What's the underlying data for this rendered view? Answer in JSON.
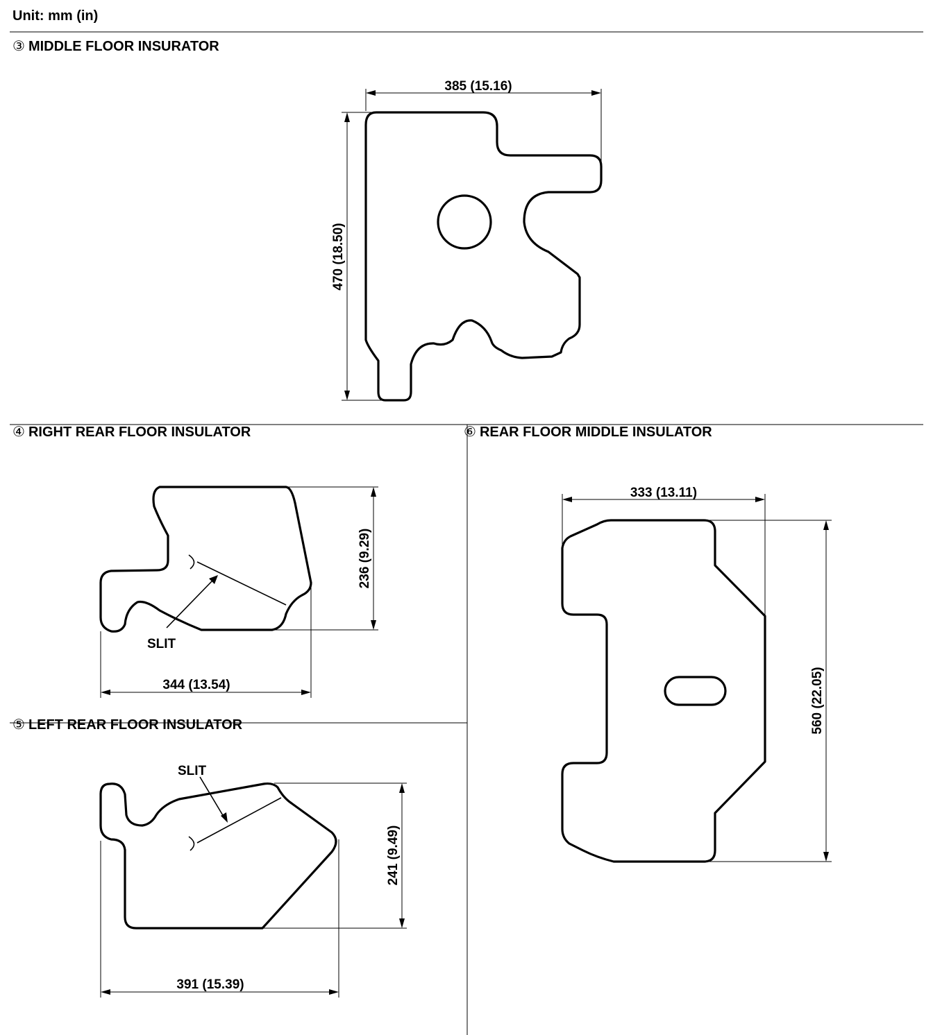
{
  "unit": "Unit: mm (in)",
  "sections": {
    "middle_floor": {
      "number": "③",
      "title": "MIDDLE FLOOR INSURATOR",
      "width_dim": "385 (15.16)",
      "height_dim": "470 (18.50)"
    },
    "right_rear_floor": {
      "number": "④",
      "title": "RIGHT REAR FLOOR INSULATOR",
      "width_dim": "344 (13.54)",
      "height_dim": "236 (9.29)",
      "slit_label": "SLIT"
    },
    "left_rear_floor": {
      "number": "⑤",
      "title": "LEFT REAR FLOOR INSULATOR",
      "width_dim": "391 (15.39)",
      "height_dim": "241 (9.49)",
      "slit_label": "SLIT"
    },
    "rear_floor_middle": {
      "number": "⑥",
      "title": "REAR FLOOR MIDDLE INSULATOR",
      "width_dim": "333 (13.11)",
      "height_dim": "560 (22.05)"
    }
  }
}
